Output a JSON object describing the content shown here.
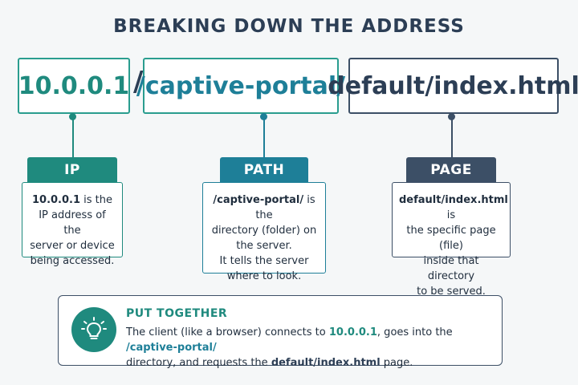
{
  "title": "BREAKING DOWN THE ADDRESS",
  "address": {
    "ip": "10.0.0.1",
    "separator": "/",
    "path": "/captive-portal/",
    "page": "default/index.html"
  },
  "parts": [
    {
      "label": "IP",
      "bold": "10.0.0.1",
      "line1": " is the",
      "line2": "IP address of the",
      "line3": "server or device",
      "line4": "being accessed.",
      "color": "#1f8a7e"
    },
    {
      "label": "PATH",
      "bold": "/captive-portal/",
      "line1": " is the",
      "line2": "directory (folder) on",
      "line3": "the server.",
      "line4": "It tells the server",
      "line5": "where to look.",
      "color": "#1e7f98"
    },
    {
      "label": "PAGE",
      "bold": "default/index.html",
      "line1": " is",
      "line2": "the specific page (file)",
      "line3": "inside that directory",
      "line4": "to be served.",
      "color": "#3c4f66"
    }
  ],
  "summary": {
    "title": "PUT TOGETHER",
    "t1": "The client (like a browser) connects to ",
    "ip": "10.0.0.1",
    "t2": ", goes into the ",
    "path": "/captive-portal/",
    "t3": "directory, and requests the ",
    "page": "default/index.html",
    "t4": " page.",
    "icon": "lightbulb-icon"
  },
  "colors": {
    "teal": "#1f8a7e",
    "blue": "#1e7f98",
    "slate": "#3c4f66"
  }
}
